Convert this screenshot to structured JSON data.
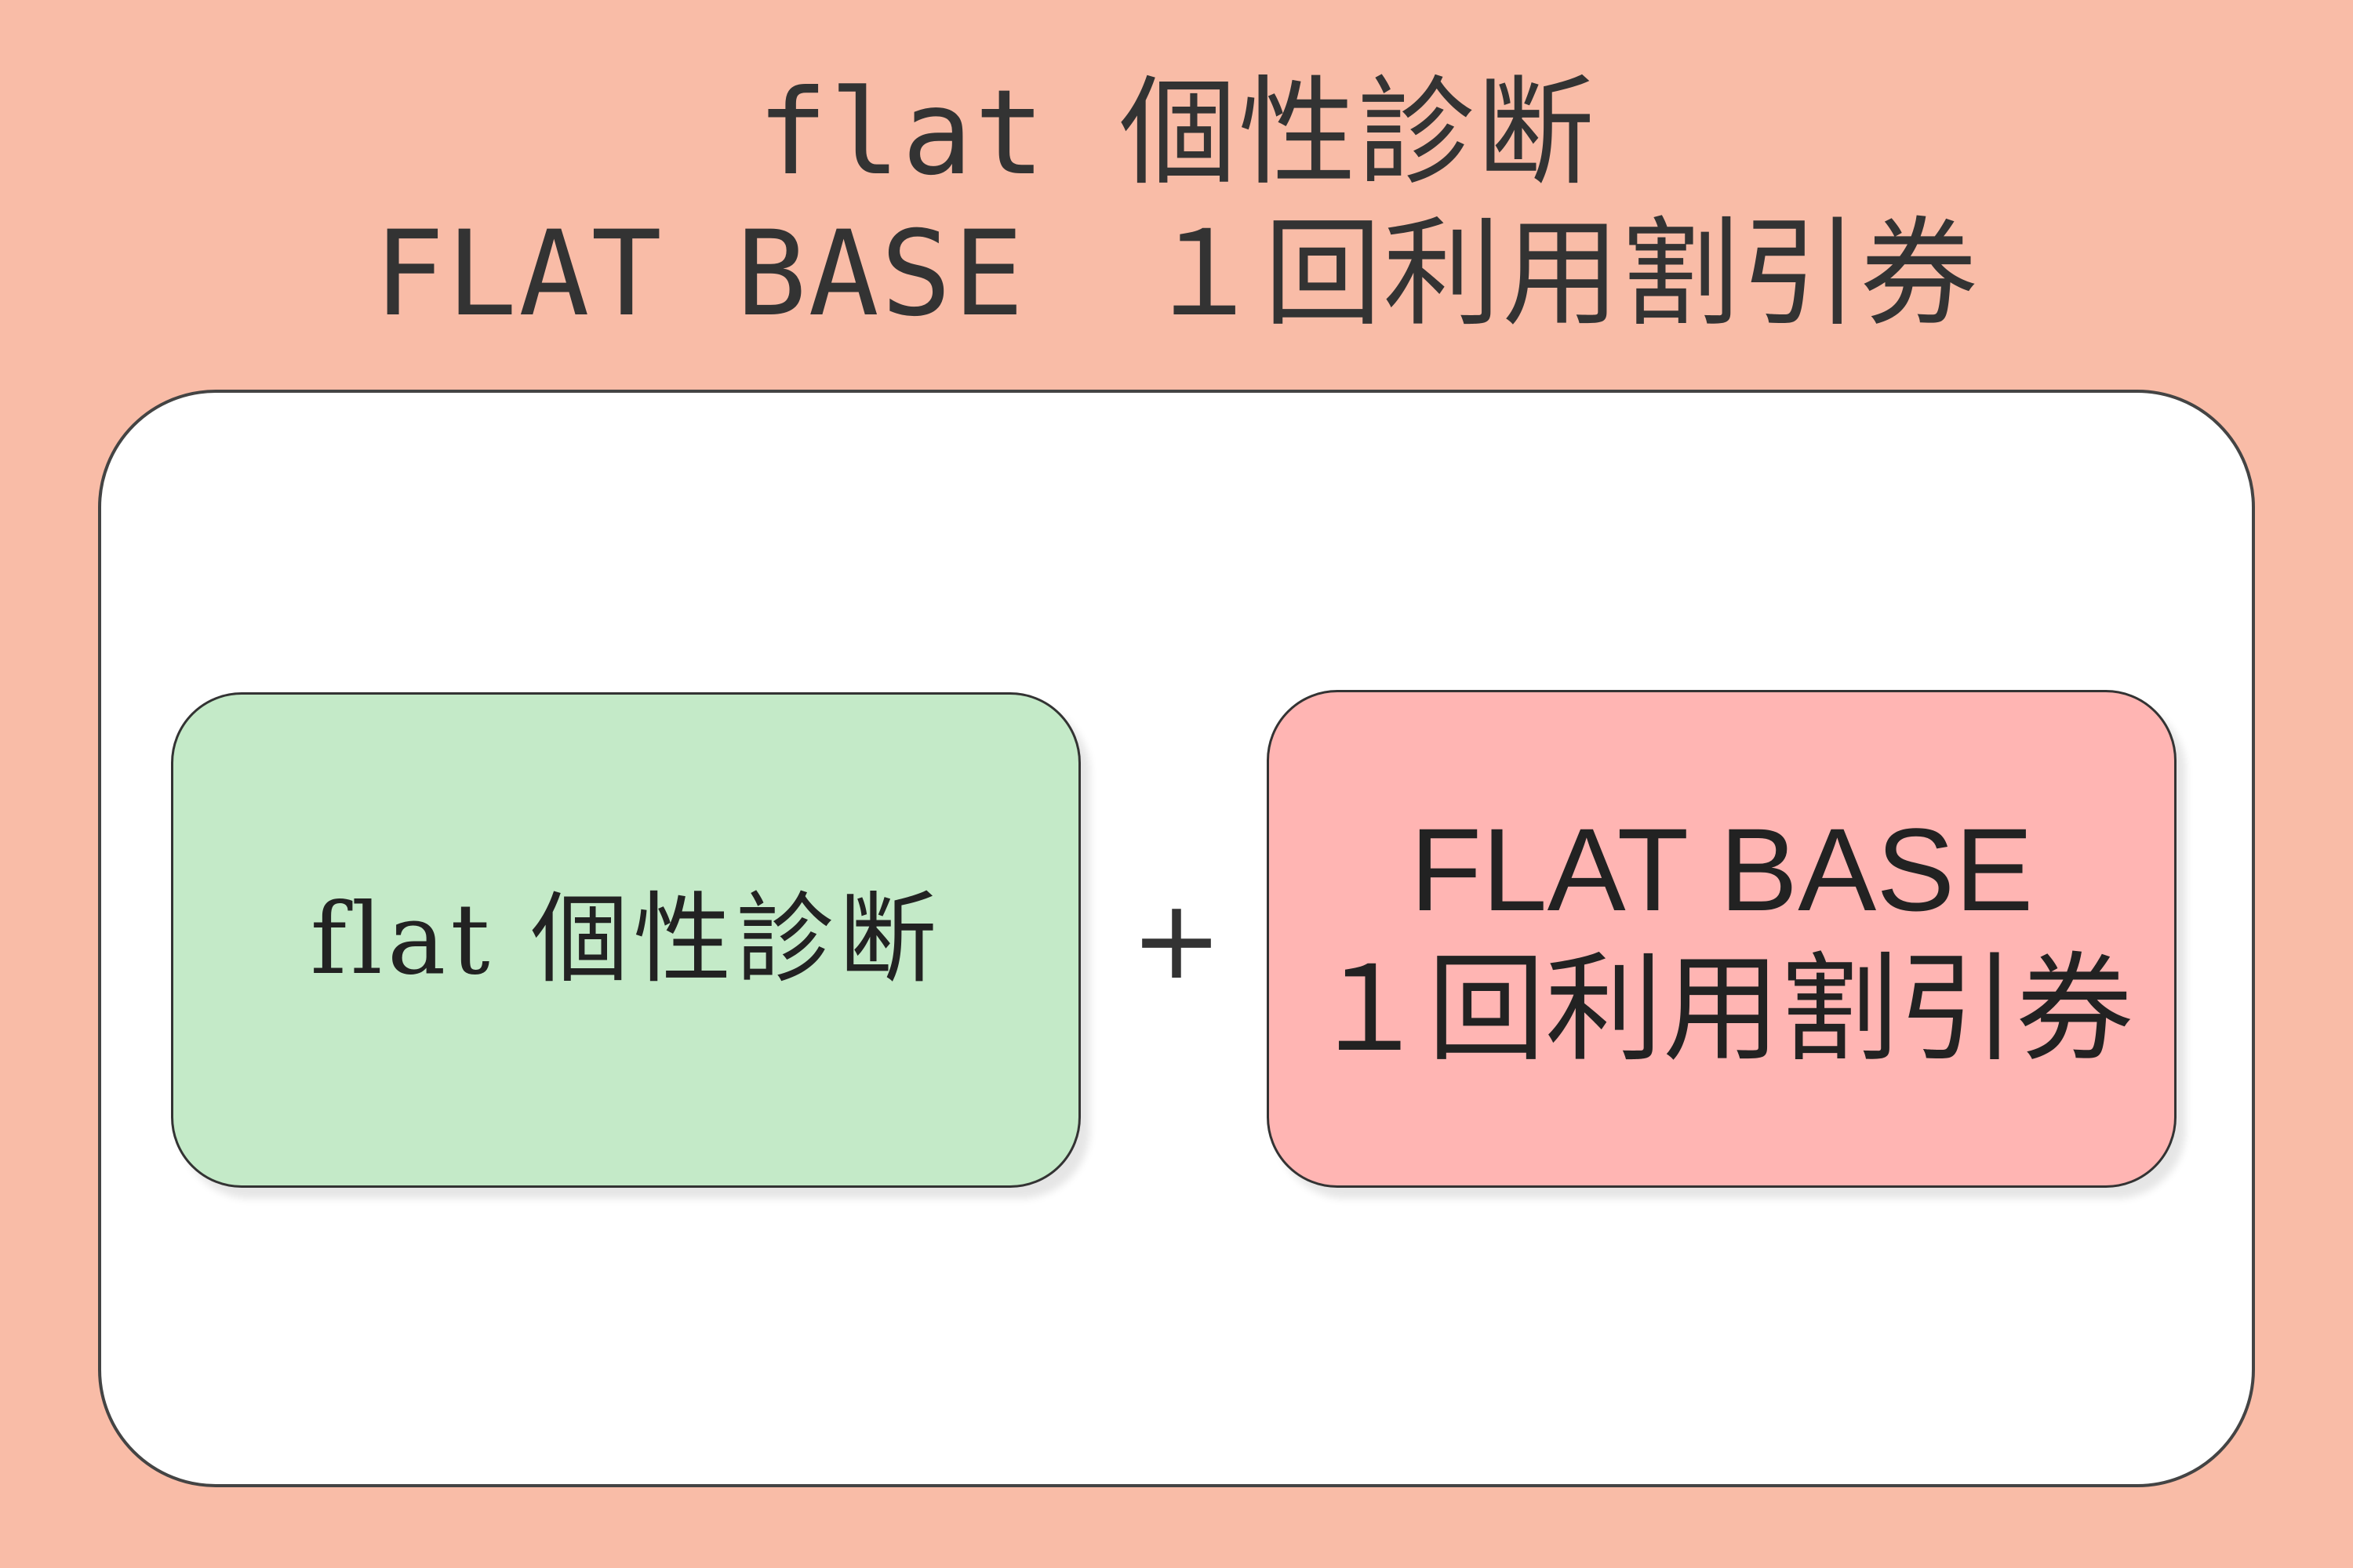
{
  "headline": {
    "line1": "flat 個性診断",
    "line2": "FLAT BASE　１回利用割引券"
  },
  "cards": {
    "left": {
      "text": "flat 個性診断"
    },
    "right": {
      "line1": "FLAT BASE",
      "line2": "１回利用割引券"
    }
  },
  "plus_sign": "+",
  "colors": {
    "background": "#f9bca7",
    "panel": "#ffffff",
    "card_left": "#c4eac8",
    "card_right": "#ffb5b3",
    "text": "#333333"
  }
}
